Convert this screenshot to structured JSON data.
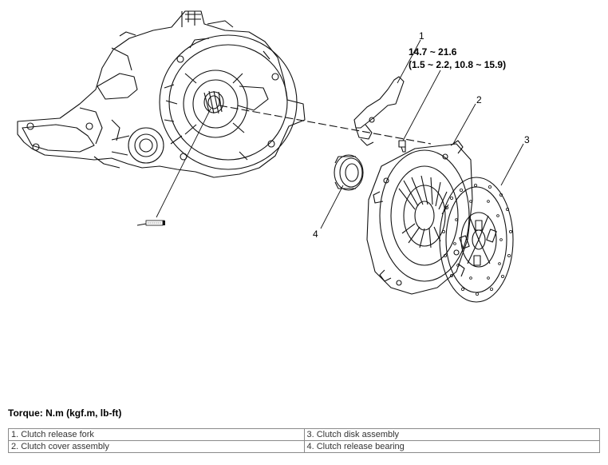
{
  "callouts": {
    "c1": "1",
    "c2": "2",
    "c3": "3",
    "c4": "4"
  },
  "torque_spec": {
    "nm": "14.7 ~ 21.6",
    "alt": "(1.5 ~ 2.2, 10.8 ~ 15.9)"
  },
  "torque_title": "Torque: N.m (kgf.m, lb-ft)",
  "legend": {
    "r1c1": "1. Clutch release fork",
    "r1c2": "3. Clutch disk assembly",
    "r2c1": "2. Clutch cover assembly",
    "r2c2": "4. Clutch release bearing"
  }
}
